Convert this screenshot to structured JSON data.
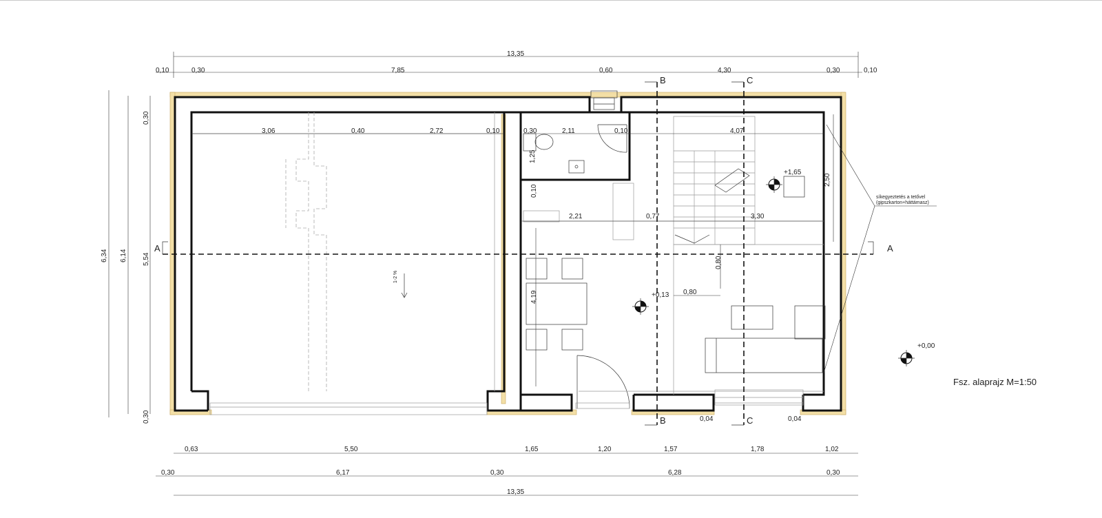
{
  "title": "Fsz. alaprajz M=1:50",
  "note": {
    "line1": "síkegyeztetés a tetővel",
    "line2": "(gipszkarton+háttámasz)"
  },
  "slope": "1-2 %",
  "levels": {
    "upper": "+1,65",
    "floor": "+0,13",
    "ground": "+0,00"
  },
  "sections": {
    "a": "A",
    "b": "B",
    "c": "C"
  },
  "dims_top": {
    "overall": "13,35",
    "chain": [
      "0,10",
      "0,30",
      "7,85",
      "0,60",
      "4,30",
      "0,30",
      "0,10"
    ]
  },
  "dims_bottom": {
    "row1": [
      "0,63",
      "5,50",
      "1,65",
      "1,20",
      "1,57",
      "1,78",
      "1,02"
    ],
    "row2": [
      "0,30",
      "6,17",
      "0,30",
      "6,28",
      "0,30"
    ],
    "overall": "13,35"
  },
  "dims_left": {
    "outer": "6,34",
    "middle": "6,14",
    "chain": [
      "0,30",
      "5,54",
      "0,30"
    ]
  },
  "dims_interior": {
    "garage_row": [
      "3,06",
      "0,40",
      "2,72",
      "0,10"
    ],
    "wc_row": [
      "0,30",
      "2,11",
      "0,10"
    ],
    "stair_width": "4,07",
    "wc_depth": "1,25",
    "wall_thick": "0,10",
    "mid_row": [
      "2,21",
      "0,77",
      "3,30"
    ],
    "room_height": "2,50",
    "living_depth": "4,19",
    "step_height": "0,80",
    "step_width": "0,80",
    "window_jambs": [
      "0,04",
      "0,04"
    ]
  }
}
